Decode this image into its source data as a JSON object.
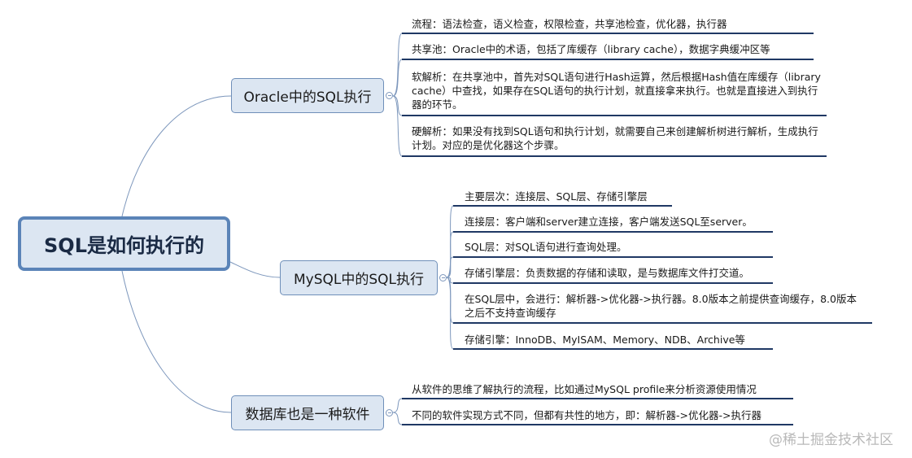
{
  "root": "SQL是如何执行的",
  "branches": [
    {
      "label": "Oracle中的SQL执行",
      "leaves": [
        "流程：语法检查，语义检查，权限检查，共享池检查，优化器，执行器",
        "共享池：Oracle中的术语，包括了库缓存（library cache），数据字典缓冲区等",
        "软解析：在共享池中，首先对SQL语句进行Hash运算，然后根据Hash值在库缓存（library cache）中查找，如果存在SQL语句的执行计划，就直接拿来执行。也就是直接进入到执行器的环节。",
        "硬解析：如果没有找到SQL语句和执行计划，就需要自己来创建解析树进行解析，生成执行计划。对应的是优化器这个步骤。"
      ]
    },
    {
      "label": "MySQL中的SQL执行",
      "leaves": [
        "主要层次：连接层、SQL层、存储引擎层",
        "连接层：客户端和server建立连接，客户端发送SQL至server。",
        "SQL层：对SQL语句进行查询处理。",
        "存储引擎层：负责数据的存储和读取，是与数据库文件打交道。",
        "在SQL层中，会进行：解析器->优化器->执行器。8.0版本之前提供查询缓存，8.0版本之后不支持查询缓存",
        "存储引擎：InnoDB、MyISAM、Memory、NDB、Archive等"
      ]
    },
    {
      "label": "数据库也是一种软件",
      "leaves": [
        "从软件的思维了解执行的流程，比如通过MySQL profile来分析资源使用情况",
        "不同的软件实现方式不同，但都有共性的地方，即：解析器->优化器->执行器"
      ]
    }
  ],
  "watermark": "@稀土掘金技术社区",
  "colors": {
    "node_fill": "#dce6f2",
    "node_border": "#5b84b8",
    "link": "#7d97bc",
    "underline": "#1f3864"
  }
}
